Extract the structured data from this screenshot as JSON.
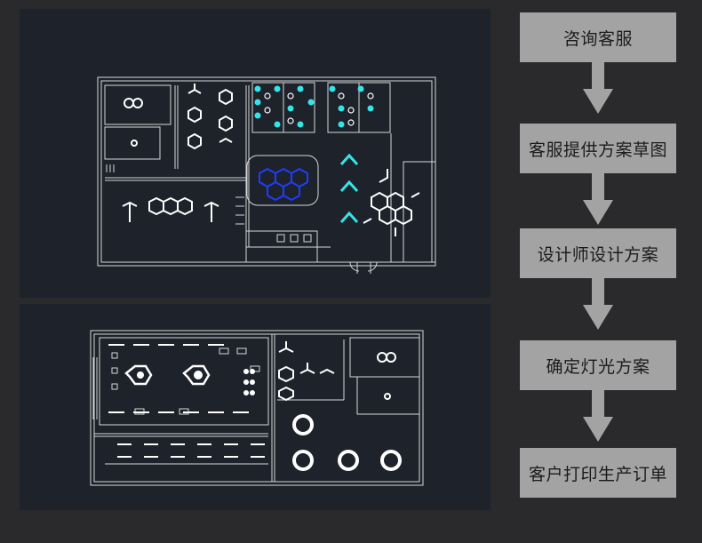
{
  "flow": {
    "steps": [
      {
        "label": "咨询客服"
      },
      {
        "label": "客服提供方案草图"
      },
      {
        "label": "设计师设计方案"
      },
      {
        "label": "确定灯光方案"
      },
      {
        "label": "客户打印生产订单"
      }
    ]
  },
  "colors": {
    "background": "#2a2a2d",
    "panel": "#1d222b",
    "box": "#a3a3a3",
    "line": "#ffffff",
    "accent_cyan": "#35e4e6",
    "accent_blue": "#1f3cff"
  }
}
